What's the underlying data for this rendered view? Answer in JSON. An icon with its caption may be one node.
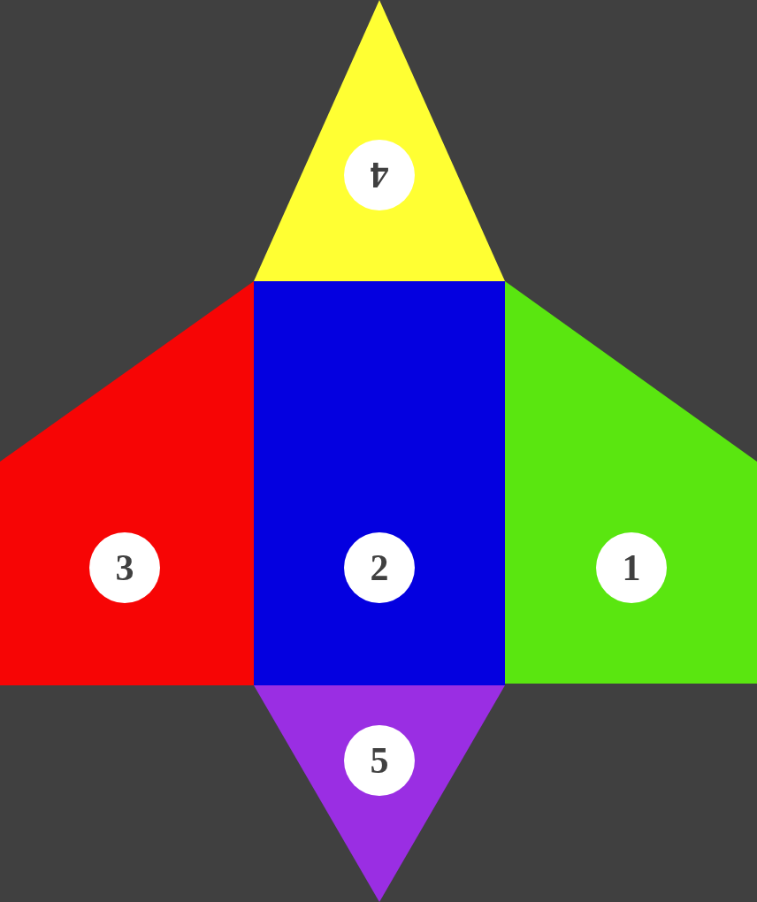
{
  "diagram": {
    "nodes": [
      {
        "text": [
          "4"
        ]
      },
      {
        "text": [
          "3"
        ]
      },
      {
        "text": [
          "2"
        ]
      },
      {
        "text": [
          "1"
        ]
      },
      {
        "text": [
          "5"
        ]
      }
    ]
  }
}
